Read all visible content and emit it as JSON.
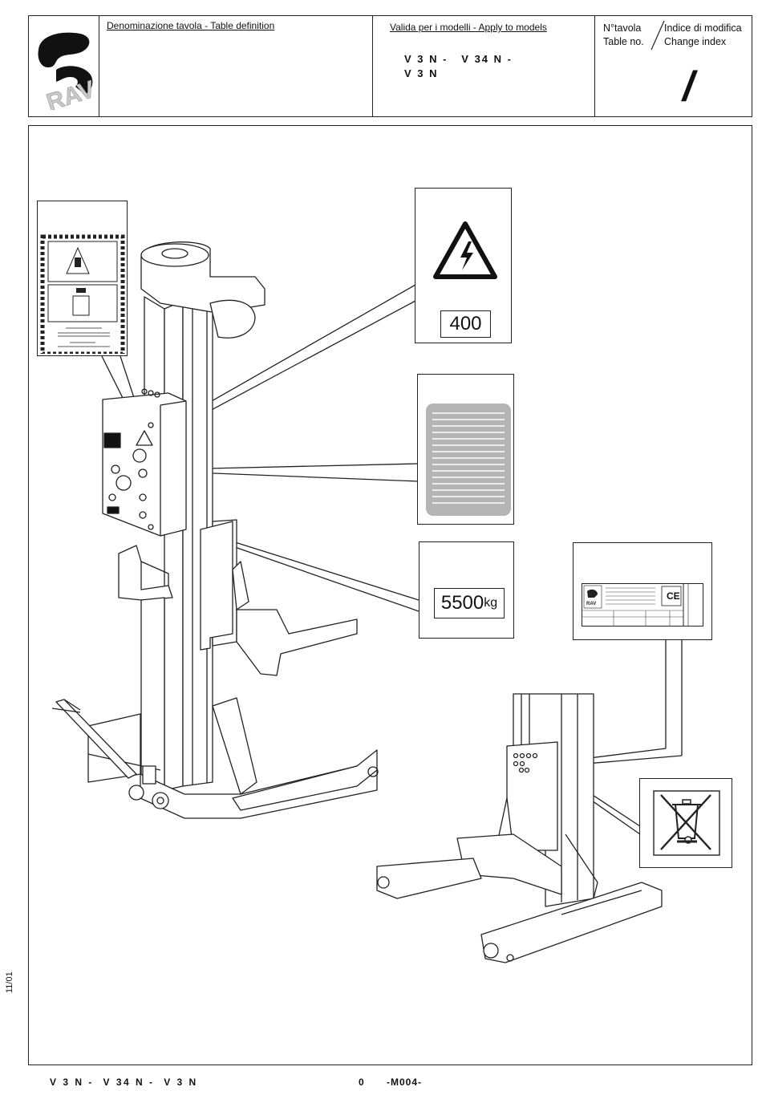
{
  "header": {
    "table_definition_label": "Denominazione tavola - Table definition",
    "models_label": "Valida per i modelli - Apply to models",
    "models_line1": "V 3 N -   V 34 N -",
    "models_line2": "V 3 N",
    "table_no_label_it": "N°tavola",
    "table_no_label_en": "Table no.",
    "change_index_label_it": "Indice di modifica",
    "change_index_label_en": "Change index",
    "change_index_value": "/"
  },
  "labels": {
    "voltage": "400",
    "capacity_value": "5500",
    "capacity_unit": "kg",
    "ce_mark": "CE"
  },
  "footer": {
    "models": "V 3 N -  V 34 N -  V 3 N",
    "page": "0",
    "code": "-M004-"
  },
  "side": {
    "date": "11/01"
  },
  "colors": {
    "line": "#222222",
    "plate_grey": "#b5b5b5"
  }
}
